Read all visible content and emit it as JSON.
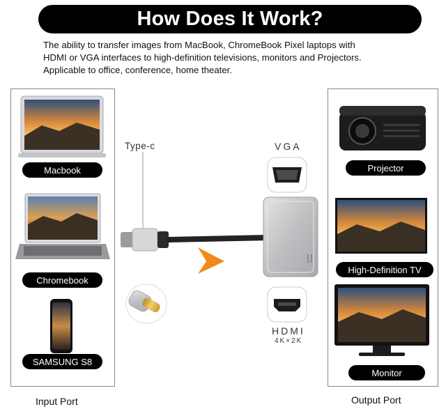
{
  "header": {
    "title": "How Does It Work?"
  },
  "description": {
    "lines": [
      "The ability to transfer images from MacBook, ChromeBook Pixel laptops with",
      "HDMI or VGA interfaces to high-definition televisions, monitors and Projectors.",
      "Applicable to office, conference, home theater."
    ]
  },
  "input_devices": {
    "macbook": "Macbook",
    "chromebook": "Chromebook",
    "samsung": "SAMSUNG S8"
  },
  "output_devices": {
    "projector": "Projector",
    "tv": "High-Definition TV",
    "monitor": "Monitor"
  },
  "connectors": {
    "type_c": "Type-c",
    "vga": "VGA",
    "hdmi": "HDMI",
    "hdmi_resolution": "4K×2K"
  },
  "captions": {
    "input_port": "Input Port",
    "output_port": "Output Port"
  },
  "colors": {
    "arrow": "#f08a1c",
    "adapter": "#c9c9cb",
    "pill": "#000000"
  }
}
